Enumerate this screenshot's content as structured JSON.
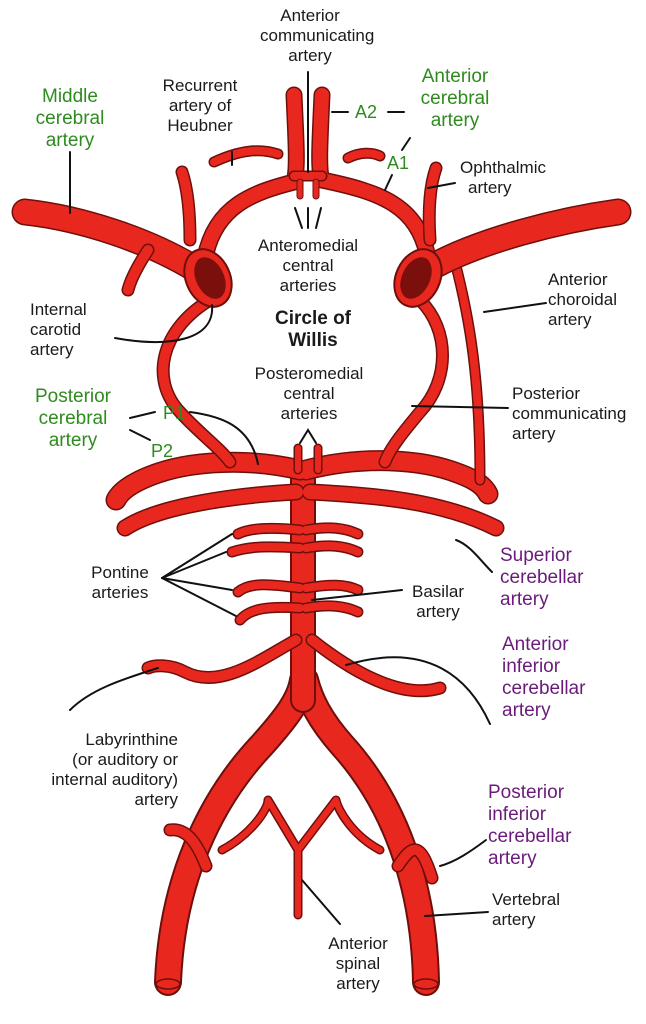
{
  "title": "Circle of Willis",
  "colors": {
    "artery": "#e8281e",
    "outline": "#6e0f0c",
    "green_label": "#2e8b1e",
    "purple_label": "#6a1b7a"
  },
  "labels": {
    "anterior_communicating": [
      "Anterior",
      "communicating",
      "artery"
    ],
    "anterior_cerebral": [
      "Anterior",
      "cerebral",
      "artery"
    ],
    "middle_cerebral": [
      "Middle",
      "cerebral",
      "artery"
    ],
    "recurrent_heubner": [
      "Recurrent",
      "artery of",
      "Heubner"
    ],
    "ophthalmic": [
      "Ophthalmic",
      "artery"
    ],
    "anteromedial_central": [
      "Anteromedial",
      "central",
      "arteries"
    ],
    "internal_carotid": [
      "Internal",
      "carotid",
      "artery"
    ],
    "anterior_choroidal": [
      "Anterior",
      "choroidal",
      "artery"
    ],
    "circle_of_willis": [
      "Circle of",
      "Willis"
    ],
    "posteromedial_central": [
      "Posteromedial",
      "central",
      "arteries"
    ],
    "posterior_cerebral": [
      "Posterior",
      "cerebral",
      "artery"
    ],
    "posterior_communicating": [
      "Posterior",
      "communicating",
      "artery"
    ],
    "superior_cerebellar": [
      "Superior",
      "cerebellar",
      "artery"
    ],
    "pontine": [
      "Pontine",
      "arteries"
    ],
    "basilar": [
      "Basilar",
      "artery"
    ],
    "anterior_inferior_cerebellar": [
      "Anterior",
      "inferior",
      "cerebellar",
      "artery"
    ],
    "labyrinthine": [
      "Labyrinthine",
      "(or auditory or",
      "internal auditory)",
      "artery"
    ],
    "posterior_inferior_cerebellar": [
      "Posterior",
      "inferior",
      "cerebellar",
      "artery"
    ],
    "vertebral": [
      "Vertebral",
      "artery"
    ],
    "anterior_spinal": [
      "Anterior",
      "spinal",
      "artery"
    ]
  },
  "segments": {
    "a1": "A1",
    "a2": "A2",
    "p1": "P1",
    "p2": "P2"
  }
}
